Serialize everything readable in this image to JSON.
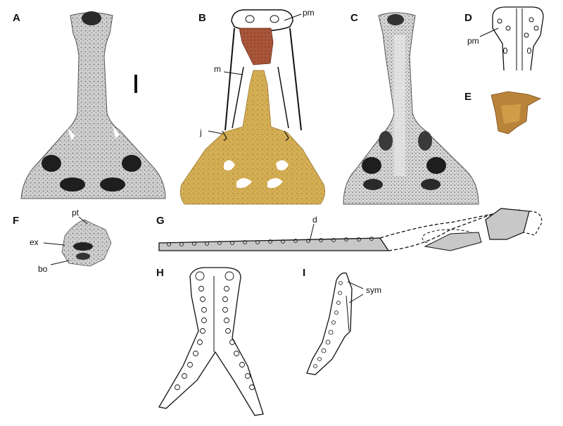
{
  "panels": [
    {
      "key": "A",
      "label": "A"
    },
    {
      "key": "B",
      "label": "B"
    },
    {
      "key": "C",
      "label": "C"
    },
    {
      "key": "D",
      "label": "D"
    },
    {
      "key": "E",
      "label": "E"
    },
    {
      "key": "F",
      "label": "F"
    },
    {
      "key": "G",
      "label": "G"
    },
    {
      "key": "H",
      "label": "H"
    },
    {
      "key": "I",
      "label": "I"
    }
  ],
  "annotations": {
    "pm_b": "pm",
    "m": "m",
    "j": "j",
    "pm_d": "pm",
    "pt": "pt",
    "ex": "ex",
    "bo": "bo",
    "d": "d",
    "sym": "sym"
  },
  "colors": {
    "photo_gray": "#c9c9c9",
    "photo_dark": "#2a2a2a",
    "premaxilla_red": "#a8553a",
    "skull_tan": "#d3ad52",
    "shade_gray": "#c8c8c8",
    "line": "#111111"
  }
}
